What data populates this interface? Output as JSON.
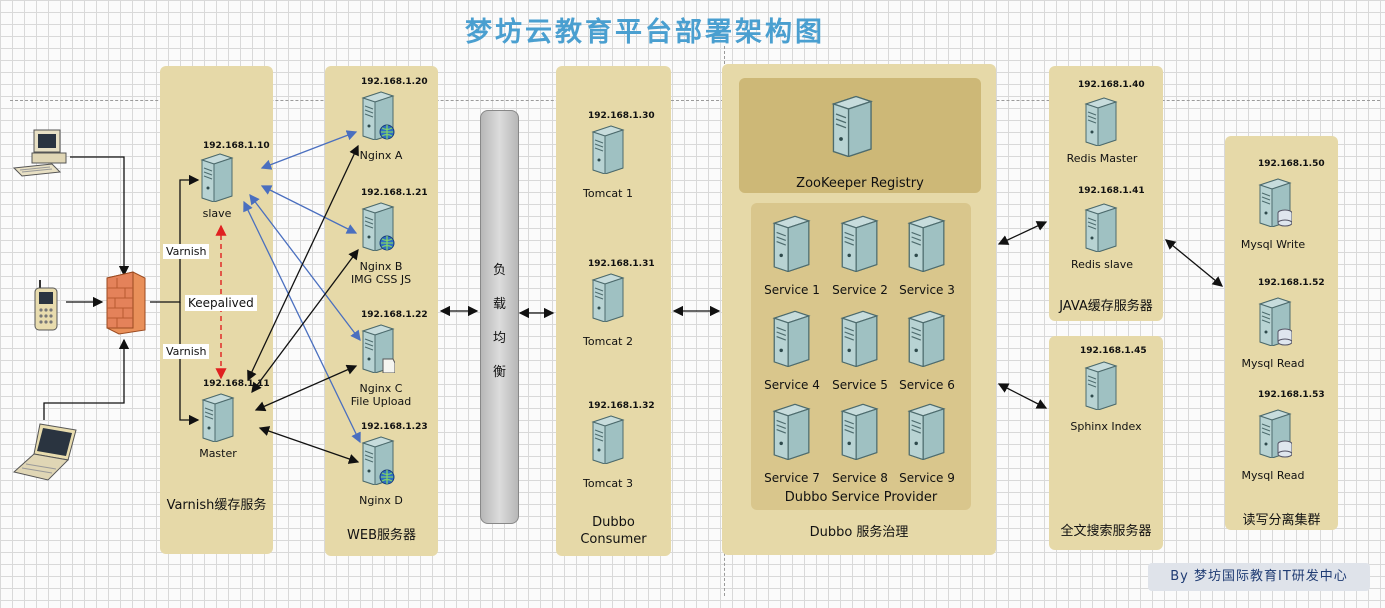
{
  "title": "梦坊云教育平台部署架构图",
  "panels": {
    "varnish": "Varnish缓存服务",
    "web": "WEB服务器",
    "dubbo_consumer": "Dubbo\nConsumer",
    "dubbo_gov": "Dubbo 服务治理",
    "zookeeper": "ZooKeeper Registry",
    "provider": "Dubbo Service Provider",
    "java_cache": "JAVA缓存服务器",
    "search": "全文搜索服务器",
    "mysql": "读写分离集群"
  },
  "load_balancer": [
    "负",
    "载",
    "均",
    "衡"
  ],
  "varnish_nodes": [
    {
      "ip": "192.168.1.10",
      "name": "slave"
    },
    {
      "ip": "192.168.1.11",
      "name": "Master"
    }
  ],
  "varnish_labels": {
    "top": "Varnish",
    "middle": "Keepalived",
    "bottom": "Varnish"
  },
  "nginx_nodes": [
    {
      "ip": "192.168.1.20",
      "name": "Nginx A",
      "detail": ""
    },
    {
      "ip": "192.168.1.21",
      "name": "Nginx B",
      "detail": "IMG CSS JS"
    },
    {
      "ip": "192.168.1.22",
      "name": "Nginx C",
      "detail": "File Upload"
    },
    {
      "ip": "192.168.1.23",
      "name": "Nginx D",
      "detail": ""
    }
  ],
  "tomcat_nodes": [
    {
      "ip": "192.168.1.30",
      "name": "Tomcat 1"
    },
    {
      "ip": "192.168.1.31",
      "name": "Tomcat 2"
    },
    {
      "ip": "192.168.1.32",
      "name": "Tomcat 3"
    }
  ],
  "services": [
    "Service 1",
    "Service 2",
    "Service 3",
    "Service 4",
    "Service 5",
    "Service 6",
    "Service 7",
    "Service 8",
    "Service 9"
  ],
  "redis_nodes": [
    {
      "ip": "192.168.1.40",
      "name": "Redis Master"
    },
    {
      "ip": "192.168.1.41",
      "name": "Redis slave"
    }
  ],
  "sphinx": {
    "ip": "192.168.1.45",
    "name": "Sphinx Index"
  },
  "mysql_nodes": [
    {
      "ip": "192.168.1.50",
      "name": "Mysql Write"
    },
    {
      "ip": "192.168.1.52",
      "name": "Mysql Read"
    },
    {
      "ip": "192.168.1.53",
      "name": "Mysql Read"
    }
  ],
  "footer": "By 梦坊国际教育IT研发中心",
  "colors": {
    "panel": "#e6d9a8",
    "title": "#4a9fd0",
    "blue_line": "#4a6fbf",
    "keepalived": "#e02020"
  }
}
